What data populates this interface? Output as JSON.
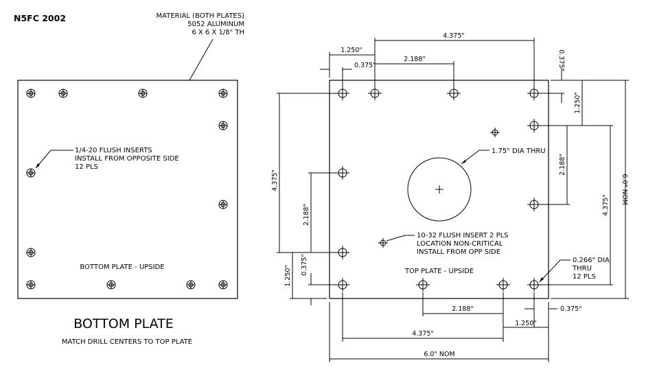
{
  "header": {
    "drawing_id": "N5FC 2002"
  },
  "material_note": {
    "line1": "MATERIAL (BOTH PLATES)",
    "line2": "5052 ALUMINUM",
    "line3": "6 X 6 X 1/8\" TH"
  },
  "bottom_plate": {
    "title": "BOTTOM PLATE",
    "subtitle": "MATCH DRILL CENTERS TO TOP PLATE",
    "side_label": "BOTTOM PLATE - UPSIDE",
    "insert_note": {
      "line1": "1/4-20 FLUSH INSERTS",
      "line2": "INSTALL FROM OPPOSITE SIDE",
      "line3": "12 PLS"
    }
  },
  "top_plate": {
    "side_label": "TOP PLATE - UPSIDE",
    "center_hole_note": "1.75\" DIA THRU",
    "insert_note": {
      "line1": "10-32 FLUSH INSERT  2 PLS",
      "line2": "LOCATION NON-CRITICAL",
      "line3": "INSTALL FROM OPP SIDE"
    },
    "hole_note": {
      "line1": "0.266\" DIA",
      "line2": "THRU",
      "line3": "12 PLS"
    }
  },
  "dimensions": {
    "top_1250": "1.250\"",
    "top_4375": "4.375\"",
    "top_0375": "0.375\"",
    "top_2188": "2.188\"",
    "right_0375": "0.375\"",
    "right_1250": "1.250\"",
    "right_2188": "2.188\"",
    "right_4375": "4.375\"",
    "right_60nom": "6.0\" NOM",
    "left_4375": "4.375\"",
    "left_2188": "2.188\"",
    "left_0375": "0.375\"",
    "left_1250": "1.250\"",
    "bottom_2188": "2.188\"",
    "bottom_1250": "1.250\"",
    "bottom_0375": "0.375\"",
    "bottom_4375": "4.375\"",
    "bottom_60nom": "6.0\" NOM"
  }
}
